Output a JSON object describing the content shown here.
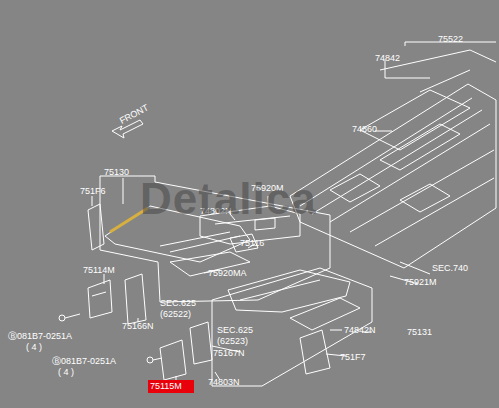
{
  "diagram": {
    "labels": [
      "75522",
      "74842",
      "74860",
      "FRONT",
      "75130",
      "751F6",
      "75920M",
      "74802N",
      "75116",
      "SEC.740",
      "75921M",
      "75114M",
      "75920MA",
      "SEC.625",
      "(62522)",
      "75166N",
      "SEC.625",
      "(62523)",
      "74842N",
      "75131",
      "Ⓑ081B7-0251A",
      "( 4 )",
      "Ⓑ081B7-0251A",
      "( 4 )",
      "75167N",
      "751F7",
      "74803N",
      "75115M",
      "Detalica"
    ]
  }
}
